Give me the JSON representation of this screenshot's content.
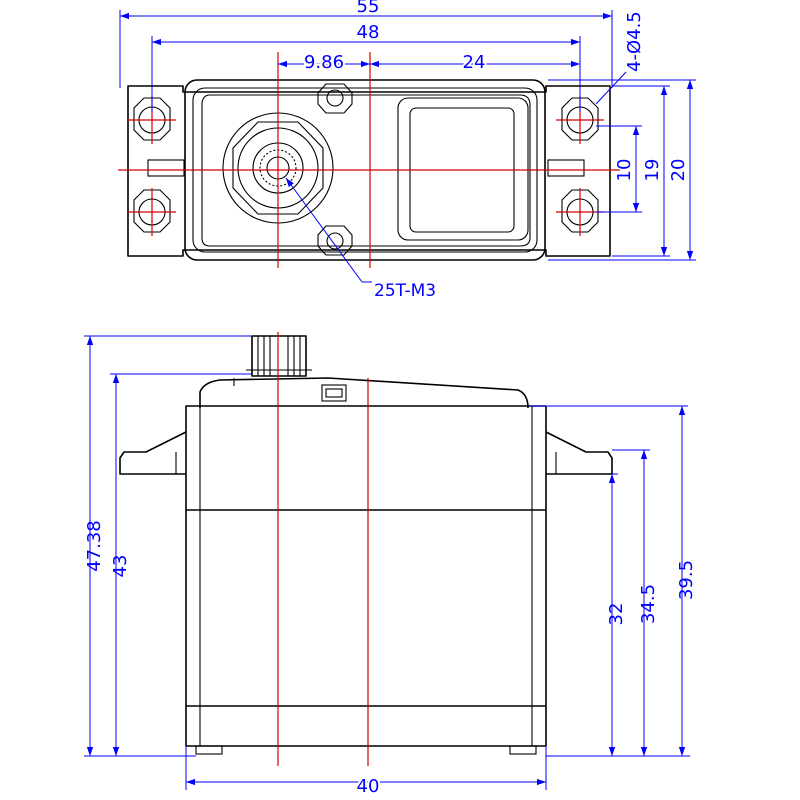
{
  "top_view": {
    "dimensions": {
      "overall_length": "55",
      "mount_hole_spacing": "48",
      "output_shaft_offset": "9.86",
      "shaft_to_hole": "24",
      "hole_spacing_vertical": "10",
      "body_width": "19",
      "flange_width": "20"
    },
    "labels": {
      "mount_holes": "4-Ø4.5",
      "output_spline": "25T-M3"
    }
  },
  "side_view": {
    "dimensions": {
      "total_height": "47.38",
      "case_height": "43",
      "flange_to_base": "32",
      "flange_top_to_base": "34.5",
      "top_cover_to_base": "39.5",
      "body_length": "40"
    }
  },
  "colors": {
    "dimension_lines": "#0000ff",
    "center_lines": "#d40000",
    "outline": "#000000"
  }
}
